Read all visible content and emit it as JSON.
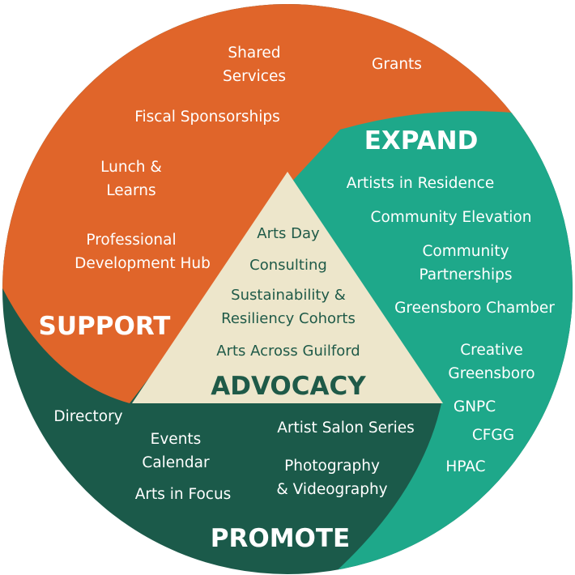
{
  "colors": {
    "support": "#e0652a",
    "expand": "#1ea88a",
    "promote": "#1b5a4a",
    "advocacy": "#ede6cb",
    "advocacy_text": "#1f5a48"
  },
  "sections": {
    "support": {
      "heading": "SUPPORT",
      "items": [
        "Shared",
        "Services",
        "Grants",
        "Fiscal Sponsorships",
        "Lunch &",
        "Learns",
        "Professional",
        "Development Hub"
      ]
    },
    "expand": {
      "heading": "EXPAND",
      "items": [
        "Artists in Residence",
        "Community Elevation",
        "Community",
        "Partnerships",
        "Greensboro Chamber",
        "Creative",
        "Greensboro",
        "GNPC",
        "CFGG",
        "HPAC"
      ]
    },
    "promote": {
      "heading": "PROMOTE",
      "items": [
        "Directory",
        "Events",
        "Calendar",
        "Arts in Focus",
        "Artist Salon Series",
        "Photography",
        "& Videography"
      ]
    },
    "advocacy": {
      "heading": "ADVOCACY",
      "items": [
        "Arts Day",
        "Consulting",
        "Sustainability &",
        "Resiliency Cohorts",
        "Arts Across Guilford"
      ]
    }
  }
}
